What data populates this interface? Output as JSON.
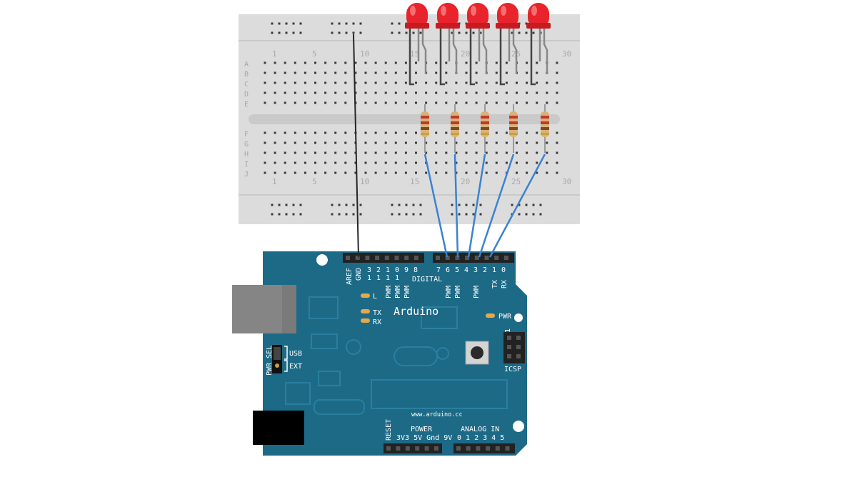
{
  "breadboard": {
    "row_letters": [
      "A",
      "B",
      "C",
      "D",
      "E",
      "F",
      "G",
      "H",
      "I",
      "J"
    ],
    "column_numbers": [
      "1",
      "5",
      "10",
      "15",
      "20",
      "25",
      "30"
    ]
  },
  "arduino": {
    "brand": "Arduino",
    "url": "www.arduino.cc",
    "pin_aref": "AREF",
    "pin_gnd": "GND",
    "digital_pin_tops": [
      "3",
      "2",
      "1",
      "0",
      "9",
      "8"
    ],
    "digital_pin_teens": [
      "1",
      "1",
      "1",
      "1"
    ],
    "digital_pins_low": [
      "7",
      "6",
      "5",
      "4",
      "3",
      "2",
      "1",
      "0"
    ],
    "digital_label": "DIGITAL",
    "pwm_label": "PWM",
    "tx_pin": "TX",
    "rx_pin": "RX",
    "led_l": "L",
    "led_tx": "TX",
    "led_rx": "RX",
    "led_pwr": "PWR",
    "pwr_sel": "PWR SEL",
    "usb": "USB",
    "ext": "EXT",
    "icsp": "ICSP",
    "icsp_pin1": "1",
    "reset": "RESET",
    "power_label": "POWER",
    "power_pins": "3V3 5V Gnd 9V",
    "analog_label": "ANALOG IN",
    "analog_pins": "0 1 2 3 4 5"
  },
  "colors": {
    "breadboard": "#dcdcdc",
    "board": "#1d6a87",
    "led": "#e8232b",
    "signal_wire": "#3b82d0",
    "ground_wire": "#262626",
    "label": "#ffffff"
  }
}
